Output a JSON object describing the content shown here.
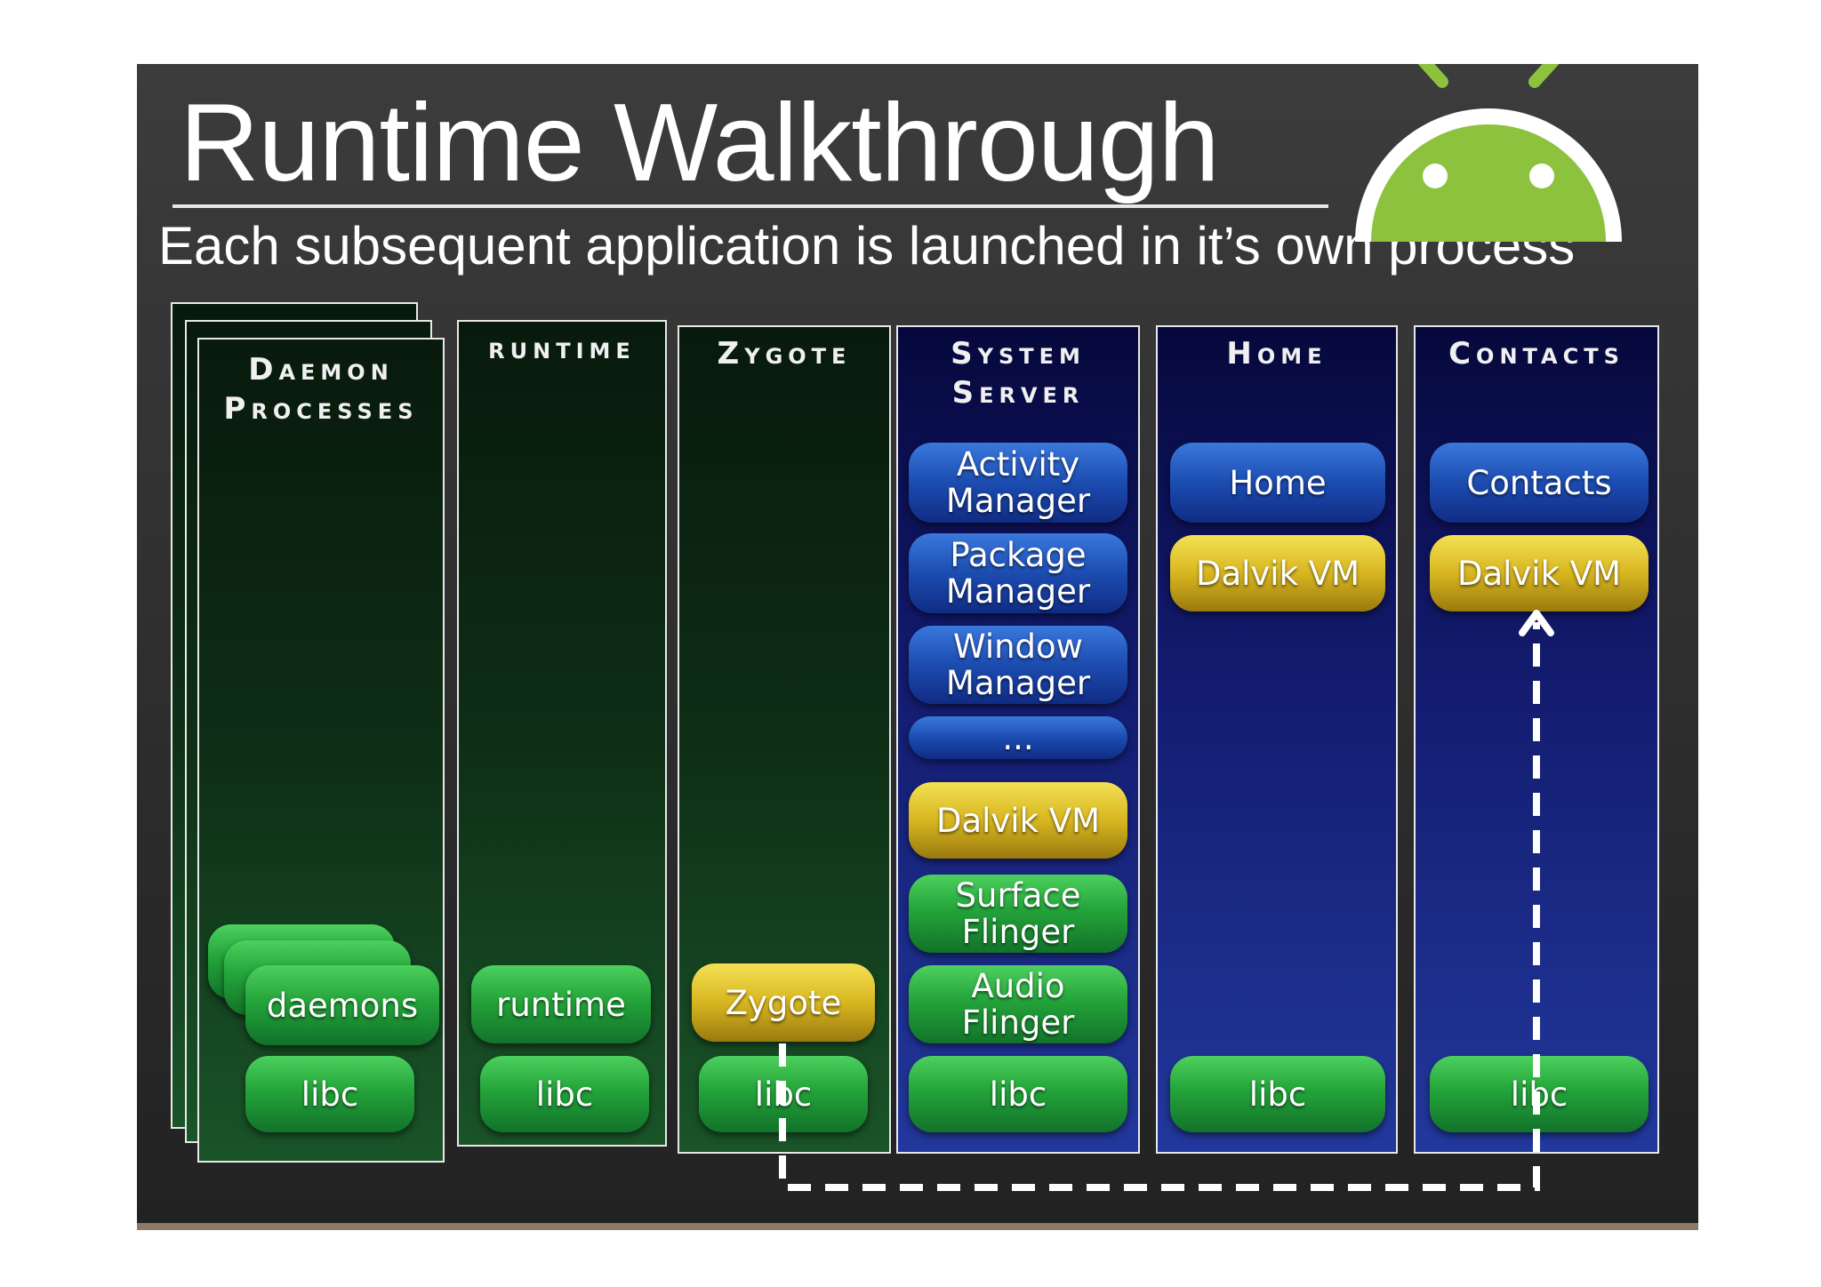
{
  "slide": {
    "title": "Runtime Walkthrough",
    "subtitle": "Each subsequent application is launched in it’s own process"
  },
  "columns": {
    "daemon": {
      "title": "Daemon\nProcesses",
      "boxes": [
        "daemons",
        "libc"
      ]
    },
    "runtime": {
      "title": "runtime",
      "boxes": [
        "runtime",
        "libc"
      ]
    },
    "zygote": {
      "title": "Zygote",
      "boxes": [
        "Zygote",
        "libc"
      ]
    },
    "system_server": {
      "title": "System\nServer",
      "boxes": [
        "Activity\nManager",
        "Package\nManager",
        "Window\nManager",
        "...",
        "Dalvik VM",
        "Surface\nFlinger",
        "Audio\nFlinger",
        "libc"
      ]
    },
    "home": {
      "title": "Home",
      "boxes": [
        "Home",
        "Dalvik VM",
        "libc"
      ]
    },
    "contacts": {
      "title": "Contacts",
      "boxes": [
        "Contacts",
        "Dalvik VM",
        "libc"
      ]
    }
  },
  "colors": {
    "green_box": "#24a43a",
    "blue_box": "#1c4cb0",
    "yellow_box": "#d8b620",
    "android_green": "#8cc23e"
  },
  "icons": {
    "logo": "android-robot-icon"
  }
}
